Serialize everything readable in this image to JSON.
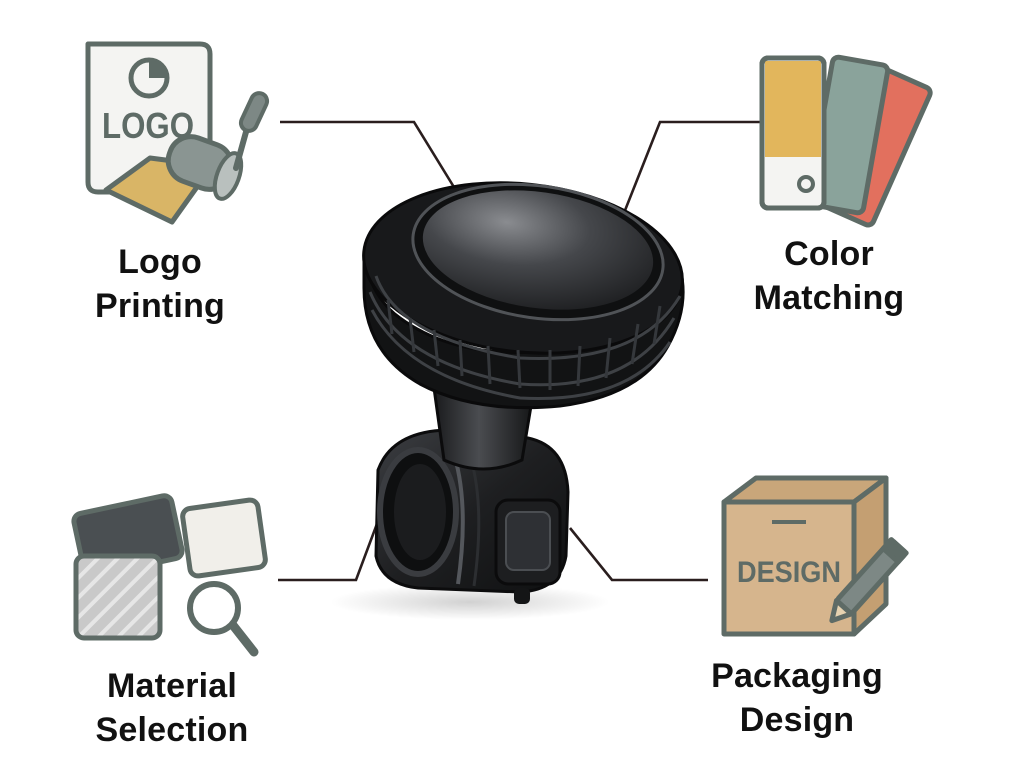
{
  "features": {
    "logo_printing": {
      "line1": "Logo",
      "line2": "Printing",
      "icon_text": "LOGO",
      "icon": "logo-roller-icon"
    },
    "color_matching": {
      "line1": "Color",
      "line2": "Matching",
      "icon": "color-swatch-icon"
    },
    "material_selection": {
      "line1": "Material",
      "line2": "Selection",
      "icon": "material-samples-magnifier-icon"
    },
    "packaging_design": {
      "line1": "Packaging",
      "line2": "Design",
      "icon_text": "DESIGN",
      "icon": "box-pencil-icon"
    }
  },
  "product": {
    "icon": "steering-wheel-spinner-knob"
  },
  "colors": {
    "outline": "#5e6b66",
    "swatch_yellow": "#e2b65c",
    "swatch_teal": "#8aa39b",
    "swatch_red": "#e2705e",
    "box_tan": "#d6b58d",
    "connector": "#2a1e1e"
  }
}
